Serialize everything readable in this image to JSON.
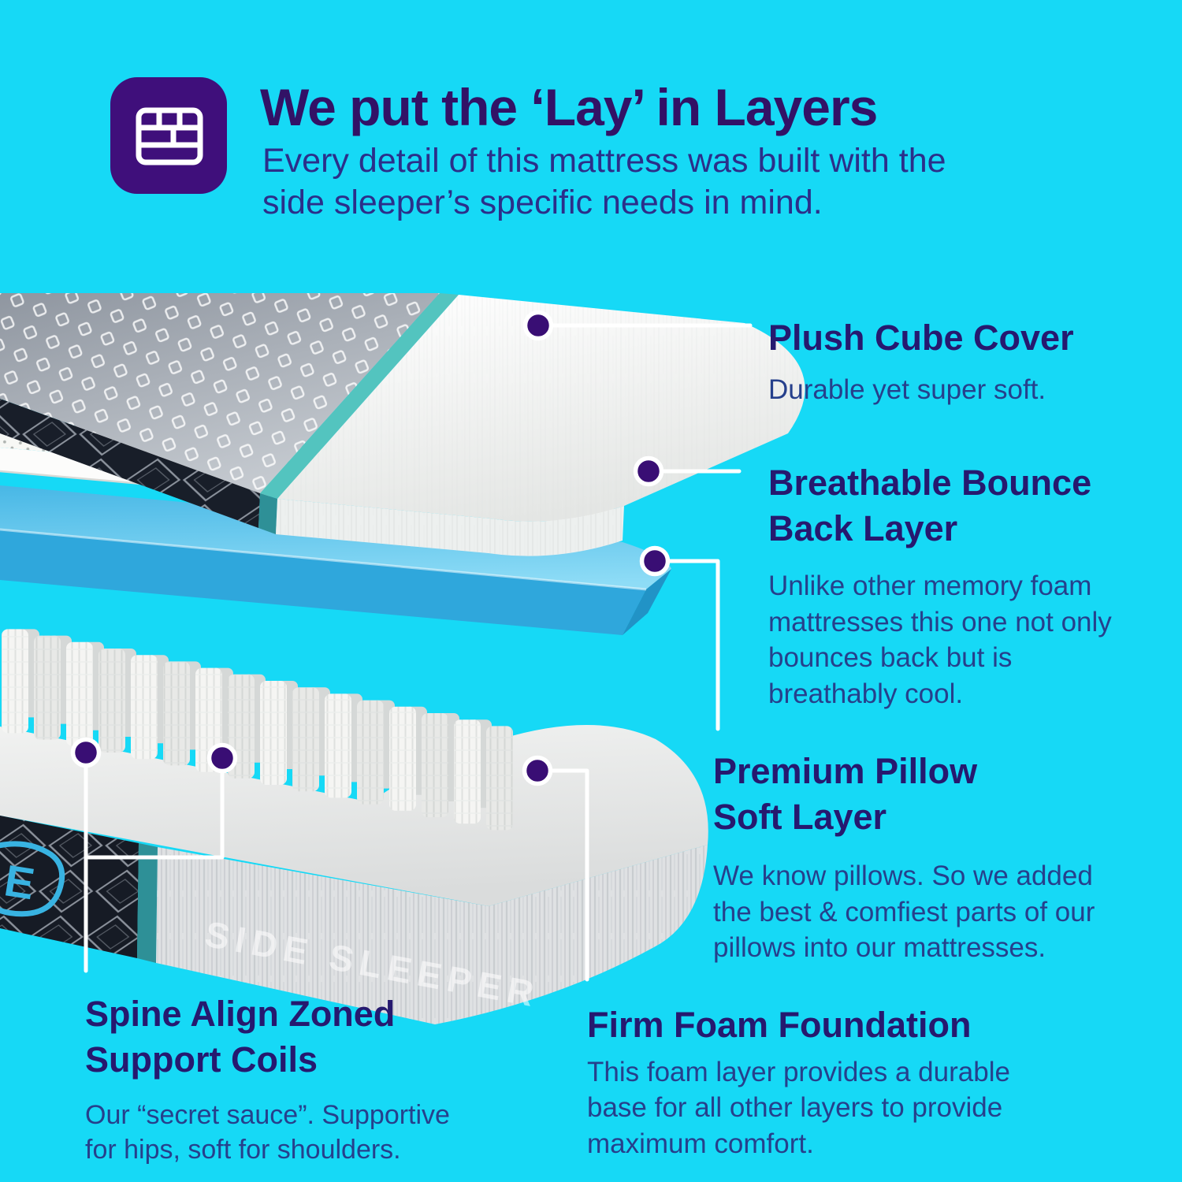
{
  "page": {
    "background": "#16d9f6"
  },
  "header": {
    "icon": "mattress-layers-icon",
    "icon_bg": "#3f0f7b",
    "title": "We put the ‘Lay’ in Layers",
    "subtitle_lines": [
      "Every detail of this mattress was built with the",
      "side sleeper’s specific needs in mind."
    ]
  },
  "colors": {
    "accent_purple": "#3f0f7b",
    "dot_purple": "#390e74",
    "heading": "#26196f",
    "body_text": "#26408c",
    "teal_stripe": "#2e9097",
    "blue_foam": "#2fa7dc"
  },
  "mattress": {
    "side_label": "SIDE SLEEPER",
    "logo_letter": "E"
  },
  "callouts": [
    {
      "id": "plush-cube-cover",
      "title_lines": [
        "Plush Cube Cover"
      ],
      "body_lines": [
        "Durable yet super soft."
      ]
    },
    {
      "id": "breathable-bounce-back",
      "title_lines": [
        "Breathable Bounce",
        "Back Layer"
      ],
      "body_lines": [
        "Unlike other memory foam",
        "mattresses this one not only",
        "bounces back but is",
        "breathably cool."
      ]
    },
    {
      "id": "premium-pillow-soft",
      "title_lines": [
        "Premium Pillow",
        "Soft Layer"
      ],
      "body_lines": [
        "We know pillows. So we added",
        "the best & comfiest parts of our",
        "pillows into our mattresses."
      ]
    },
    {
      "id": "spine-align-coils",
      "title_lines": [
        "Spine Align Zoned",
        "Support Coils"
      ],
      "body_lines": [
        "Our “secret sauce”. Supportive",
        "for hips, soft for shoulders."
      ]
    },
    {
      "id": "firm-foam-foundation",
      "title_lines": [
        "Firm Foam Foundation"
      ],
      "body_lines": [
        "This foam layer provides a durable",
        "base for all other layers to provide",
        "maximum comfort."
      ]
    }
  ]
}
